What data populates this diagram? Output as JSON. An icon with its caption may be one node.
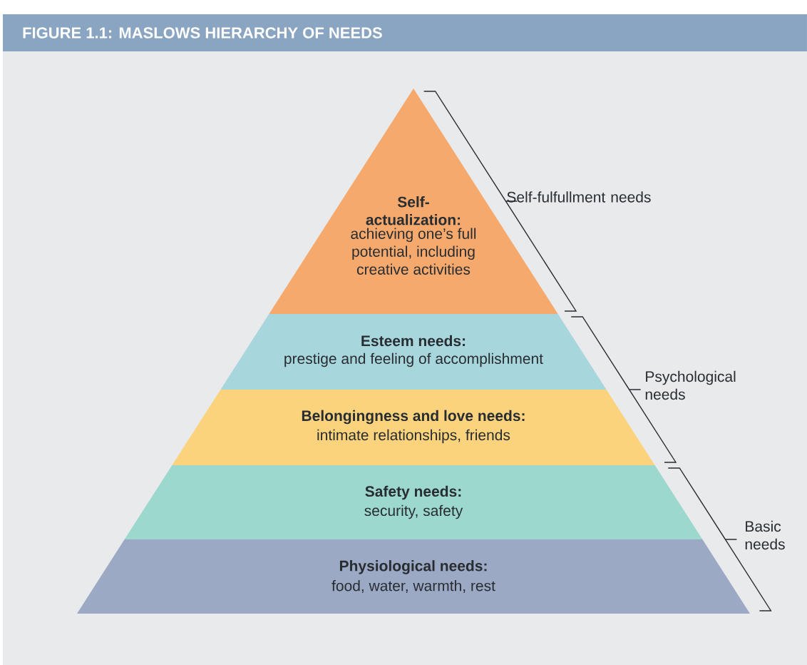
{
  "diagram": {
    "title": "FIGURE 1.1: MASLOWS HIERARCHY OF NEEDS",
    "nodes": [
      {
        "text": [
          "Self-actualization:",
          "achieving one’s full potential, including creative activities"
        ]
      },
      {
        "text": [
          "Esteem needs:",
          "prestige and feeling of accomplishment"
        ]
      },
      {
        "text": [
          "Belongingness and love needs:",
          "intimate relationships, friends"
        ]
      },
      {
        "text": [
          "Safety needs:",
          "security, safety"
        ]
      },
      {
        "text": [
          "Physiological needs:",
          "food, water, warmth, rest"
        ]
      }
    ],
    "labels": [
      "Self-fulfullment needs",
      "Psychological needs",
      "Basic needs"
    ]
  }
}
